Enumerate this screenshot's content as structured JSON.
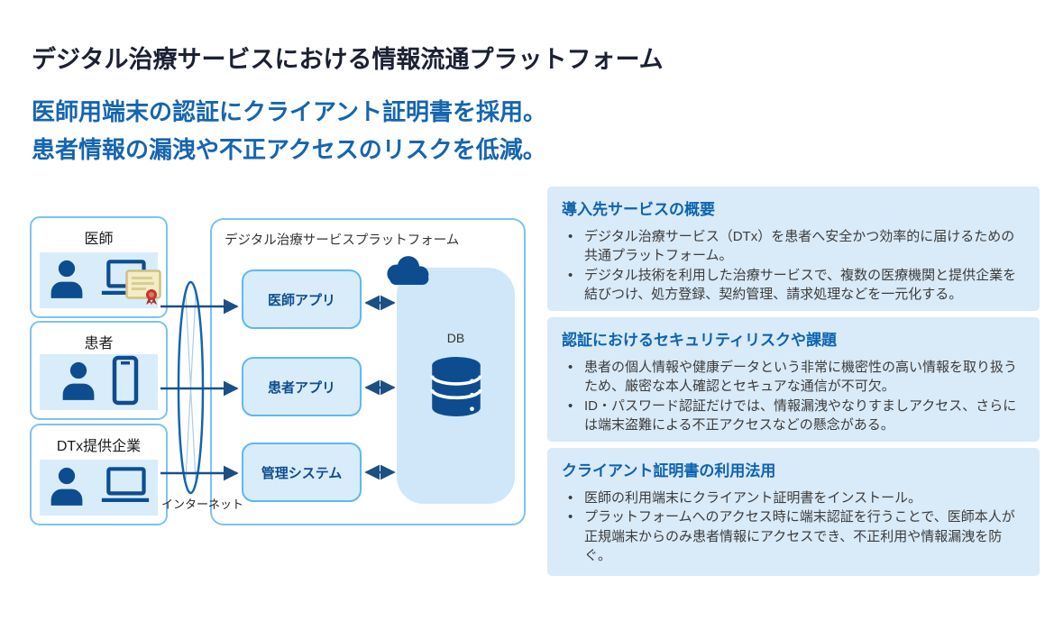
{
  "page": {
    "title": "デジタル治療サービスにおける情報流通プラットフォーム",
    "subtitle_line1": "医師用端末の認証にクライアント証明書を採用。",
    "subtitle_line2": "患者情報の漏洩や不正アクセスのリスクを低減。"
  },
  "diagram": {
    "actors": [
      {
        "label": "医師",
        "device": "laptop-with-certificate"
      },
      {
        "label": "患者",
        "device": "smartphone"
      },
      {
        "label": "DTx提供企業",
        "device": "laptop"
      }
    ],
    "internet_label": "インターネット",
    "platform": {
      "title": "デジタル治療サービスプラットフォーム",
      "apps": [
        {
          "label": "医師アプリ"
        },
        {
          "label": "患者アプリ"
        },
        {
          "label": "管理システム"
        }
      ],
      "db_label": "DB"
    },
    "icons": [
      "person-icon",
      "laptop-icon",
      "smartphone-icon",
      "certificate-icon",
      "cloud-icon",
      "database-icon",
      "internet-ellipse-icon"
    ]
  },
  "panels": [
    {
      "heading": "導入先サービスの概要",
      "bullets": [
        "デジタル治療サービス（DTx）を患者へ安全かつ効率的に届けるための共通プラットフォーム。",
        "デジタル技術を利用した治療サービスで、複数の医療機関と提供企業を結びつけ、処方登録、契約管理、請求処理などを一元化する。"
      ]
    },
    {
      "heading": "認証におけるセキュリティリスクや課題",
      "bullets": [
        "患者の個人情報や健康データという非常に機密性の高い情報を取り扱うため、厳密な本人確認とセキュアな通信が不可欠。",
        "ID・パスワード認証だけでは、情報漏洩やなりすましアクセス、さらには端末盗難による不正アクセスなどの懸念がある。"
      ]
    },
    {
      "heading": "クライアント証明書の利用法用",
      "bullets": [
        "医師の利用端末にクライアント証明書をインストール。",
        "プラットフォームへのアクセス時に端末認証を行うことで、医師本人が正規端末からのみ患者情報にアクセスでき、不正利用や情報漏洩を防ぐ。"
      ]
    }
  ],
  "colors": {
    "title_text": "#1b2133",
    "accent_blue": "#1565b0",
    "box_border_light": "#7cc3ee",
    "fill_light_blue": "#d9ecfa",
    "db_fill": "#cfe7f8",
    "icon_dark_blue": "#0d4d8f",
    "arrow_navy": "#1a5083",
    "panel_bg": "#d9eaf8",
    "body_text": "#3c3c3c"
  }
}
